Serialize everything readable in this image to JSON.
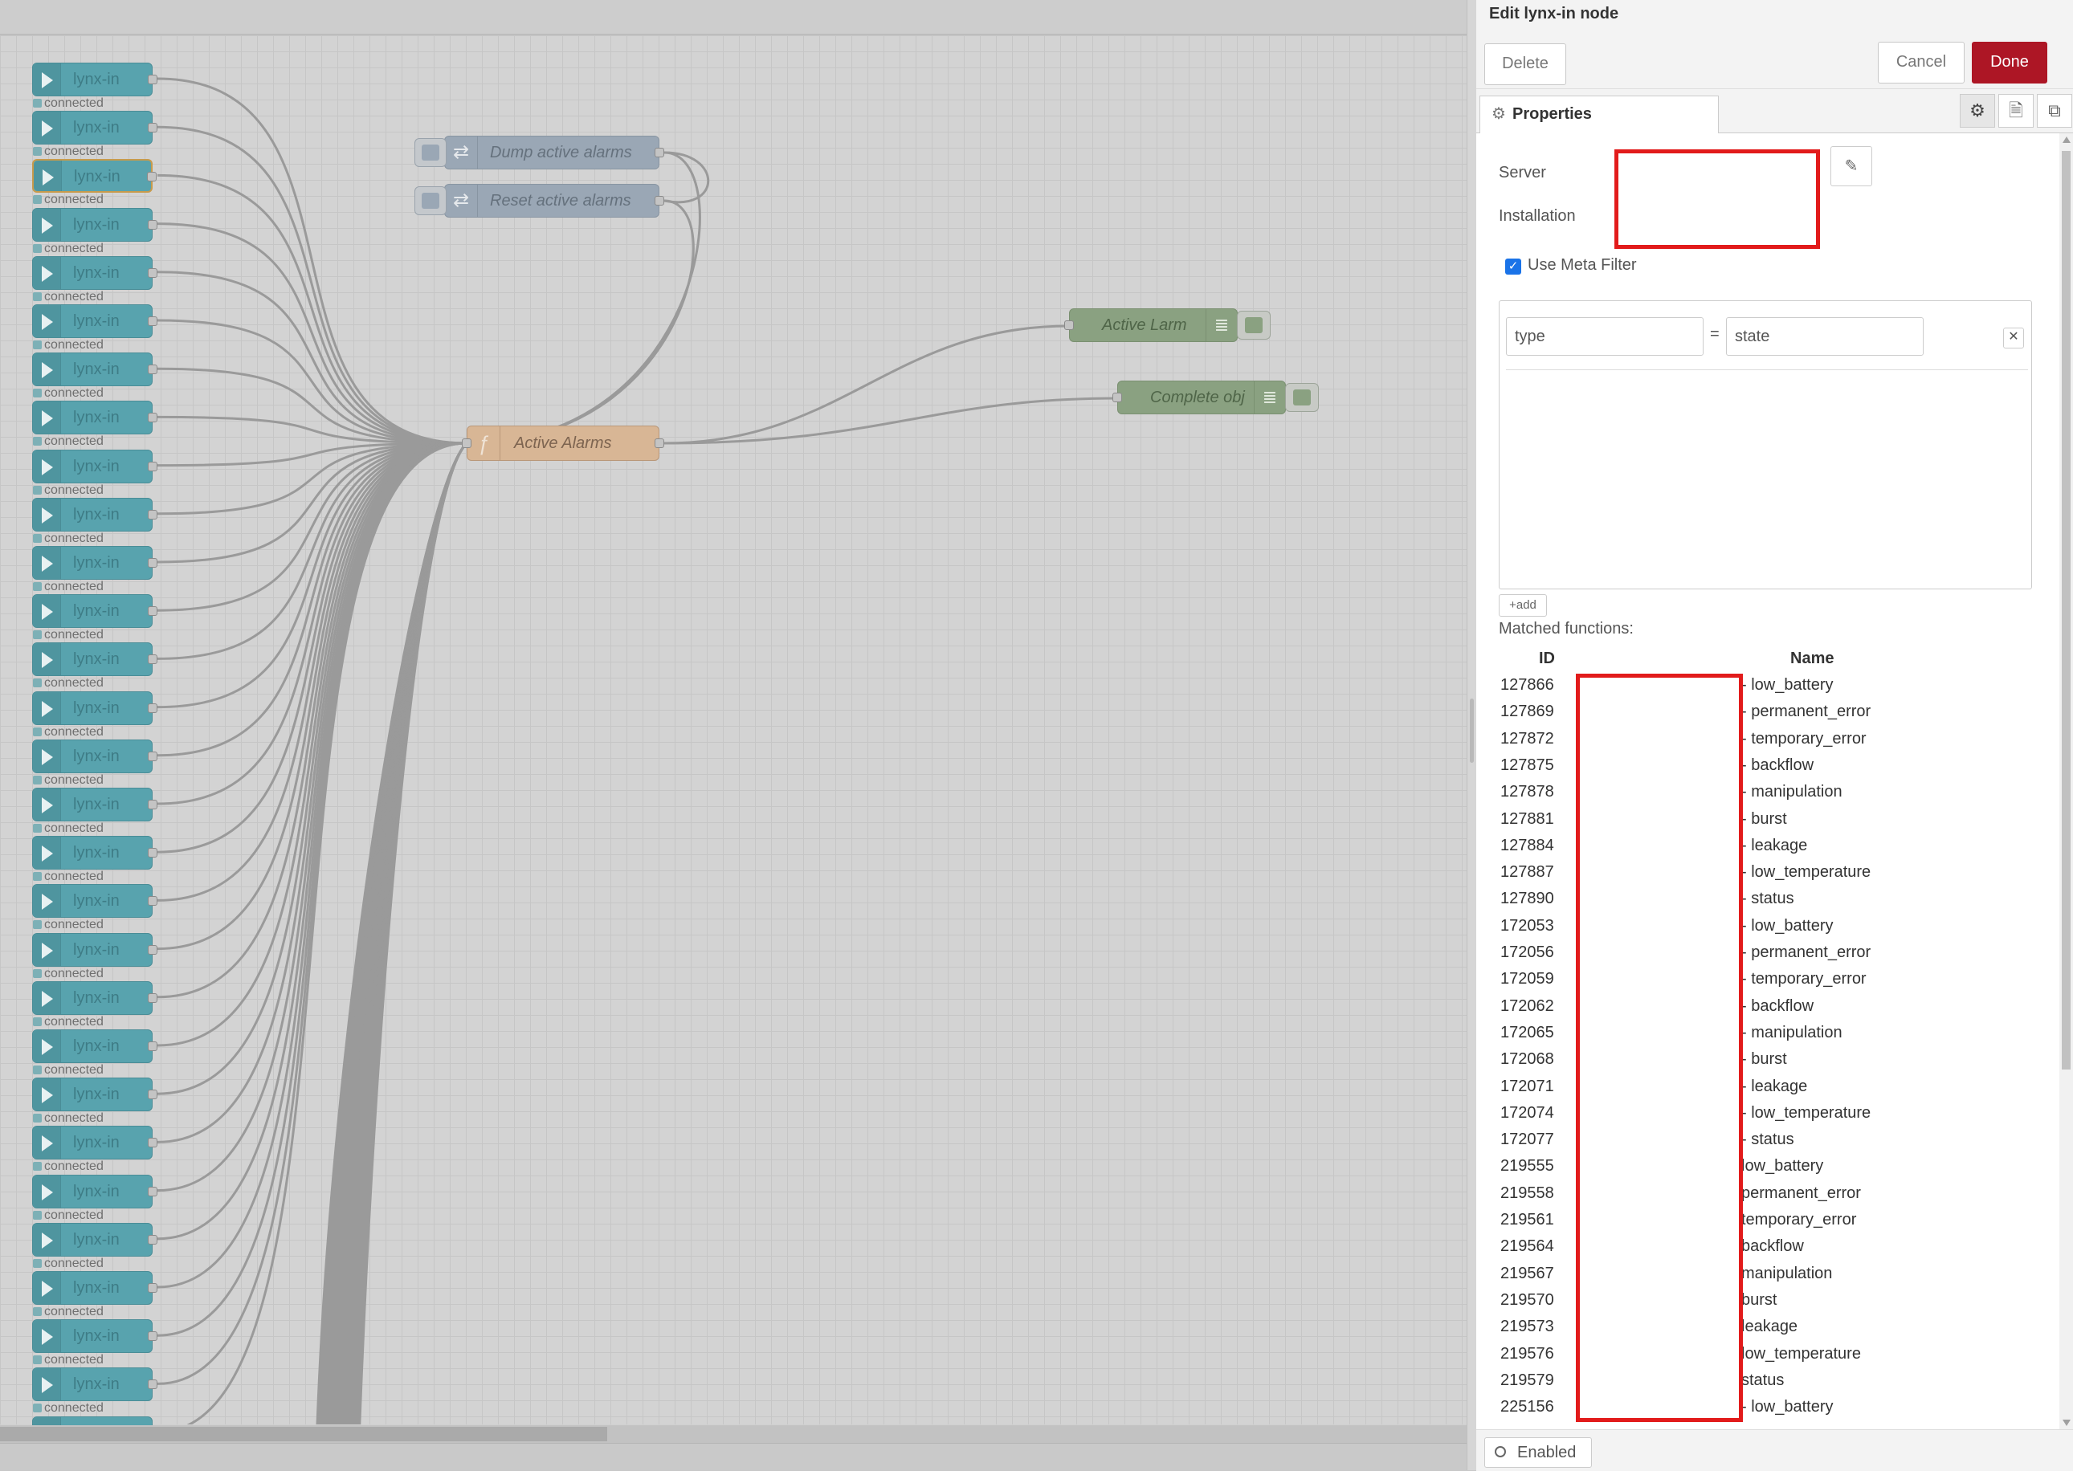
{
  "workspace": {
    "lynx_label": "lynx-in",
    "status_text": "connected",
    "inject_nodes": [
      "Dump active alarms",
      "Reset active alarms"
    ],
    "function_node": "Active Alarms",
    "debug_nodes": [
      "Active Larm",
      "Complete obj"
    ]
  },
  "tray": {
    "title": "Edit lynx-in node",
    "delete_label": "Delete",
    "cancel_label": "Cancel",
    "done_label": "Done",
    "tab_label": "Properties",
    "server_label": "Server",
    "installation_label": "Installation",
    "use_meta_filter_label": "Use Meta Filter",
    "use_meta_filter_checked": true,
    "filter": {
      "key": "type",
      "operator": "=",
      "value": "state"
    },
    "add_label": "add",
    "matched_label": "Matched functions:",
    "col_id": "ID",
    "col_name": "Name",
    "rows": [
      {
        "id": "127866",
        "name": "- low_battery"
      },
      {
        "id": "127869",
        "name": "- permanent_error"
      },
      {
        "id": "127872",
        "name": "- temporary_error"
      },
      {
        "id": "127875",
        "name": "- backflow"
      },
      {
        "id": "127878",
        "name": "- manipulation"
      },
      {
        "id": "127881",
        "name": "- burst"
      },
      {
        "id": "127884",
        "name": "- leakage"
      },
      {
        "id": "127887",
        "name": "- low_temperature"
      },
      {
        "id": "127890",
        "name": "- status"
      },
      {
        "id": "172053",
        "name": "- low_battery"
      },
      {
        "id": "172056",
        "name": "- permanent_error"
      },
      {
        "id": "172059",
        "name": "- temporary_error"
      },
      {
        "id": "172062",
        "name": "- backflow"
      },
      {
        "id": "172065",
        "name": "- manipulation"
      },
      {
        "id": "172068",
        "name": "- burst"
      },
      {
        "id": "172071",
        "name": "- leakage"
      },
      {
        "id": "172074",
        "name": "- low_temperature"
      },
      {
        "id": "172077",
        "name": "- status"
      },
      {
        "id": "219555",
        "name": "low_battery"
      },
      {
        "id": "219558",
        "name": "permanent_error"
      },
      {
        "id": "219561",
        "name": "temporary_error"
      },
      {
        "id": "219564",
        "name": "backflow"
      },
      {
        "id": "219567",
        "name": "manipulation"
      },
      {
        "id": "219570",
        "name": "burst"
      },
      {
        "id": "219573",
        "name": "leakage"
      },
      {
        "id": "219576",
        "name": "low_temperature"
      },
      {
        "id": "219579",
        "name": "status"
      },
      {
        "id": "225156",
        "name": "- low_battery"
      }
    ],
    "enabled_label": "Enabled"
  },
  "colors": {
    "done": "#ad1625",
    "redaction": "#e21b1b",
    "lynx_node": "#58a3ae"
  }
}
